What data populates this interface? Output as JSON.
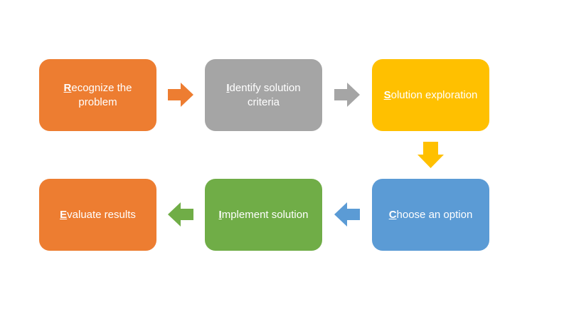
{
  "diagram": {
    "background_color": "#ffffff",
    "text_color": "#ffffff",
    "boxes": [
      {
        "id": "recognize-the-problem",
        "lead": "R",
        "rest": "ecognize the problem",
        "color": "#ED7D31"
      },
      {
        "id": "identify-solution-criteria",
        "lead": "I",
        "rest": "dentify solution criteria",
        "color": "#A5A5A5"
      },
      {
        "id": "solution-exploration",
        "lead": "S",
        "rest": "olution exploration",
        "color": "#FFC000"
      },
      {
        "id": "choose-an-option",
        "lead": "C",
        "rest": "hoose an option",
        "color": "#5B9BD5"
      },
      {
        "id": "implement-solution",
        "lead": "I",
        "rest": "mplement solution",
        "color": "#70AD47"
      },
      {
        "id": "evaluate-results",
        "lead": "E",
        "rest": "valuate results",
        "color": "#ED7D31"
      }
    ],
    "arrows": [
      {
        "id": "recognize-to-identify",
        "direction": "right",
        "color": "#ED7D31"
      },
      {
        "id": "identify-to-exploration",
        "direction": "right",
        "color": "#A5A5A5"
      },
      {
        "id": "exploration-to-choose",
        "direction": "down",
        "color": "#FFC000"
      },
      {
        "id": "choose-to-implement",
        "direction": "left",
        "color": "#5B9BD5"
      },
      {
        "id": "implement-to-evaluate",
        "direction": "left",
        "color": "#70AD47"
      }
    ]
  }
}
